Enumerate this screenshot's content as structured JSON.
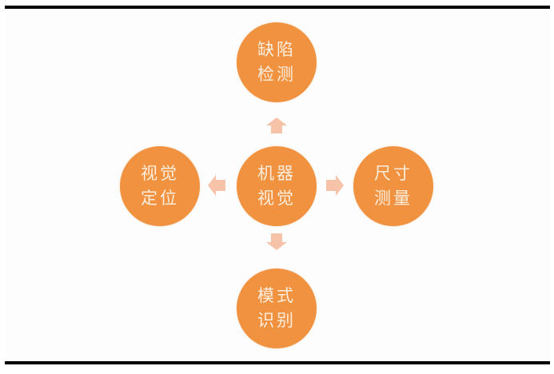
{
  "diagram": {
    "center": {
      "line1": "机器",
      "line2": "视觉"
    },
    "nodes": {
      "top": {
        "line1": "缺陷",
        "line2": "检测"
      },
      "left": {
        "line1": "视觉",
        "line2": "定位"
      },
      "right": {
        "line1": "尺寸",
        "line2": "测量"
      },
      "bottom": {
        "line1": "模式",
        "line2": "识别"
      }
    },
    "colors": {
      "node_fill": "#f0923f",
      "node_text": "#fbeede",
      "arrow_fill": "#f6c3a8",
      "rule": "#000000"
    }
  }
}
